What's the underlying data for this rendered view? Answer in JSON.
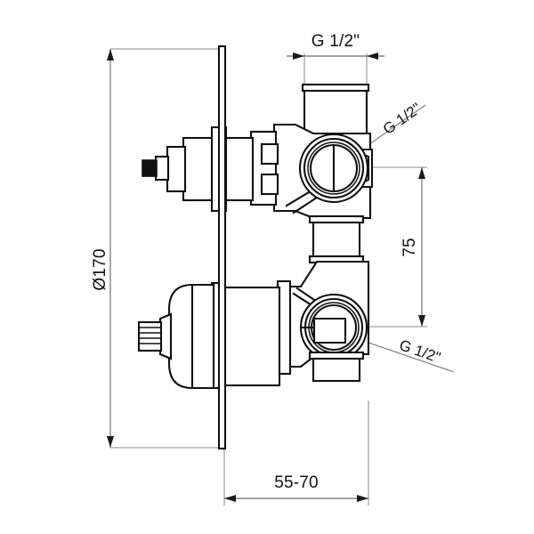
{
  "document": {
    "type": "technical-drawing",
    "subject": "Concealed thermostatic shower valve body",
    "projection": "side-elevation-section",
    "background_color": "#ffffff",
    "line_color": "#111111",
    "dimension_line_color": "#6b6b6b"
  },
  "dimensions": {
    "top_thread": {
      "label": "G 1/2\"",
      "name": "top-inlet-thread",
      "orientation": "horizontal",
      "position": "top"
    },
    "upper_port_thread": {
      "label": "G 1/2\"",
      "name": "upper-outlet-thread",
      "orientation": "leader",
      "position": "upper-right"
    },
    "lower_port_thread": {
      "label": "G 1/2\"",
      "name": "lower-outlet-thread",
      "orientation": "leader",
      "position": "lower-right"
    },
    "plate_diameter": {
      "label": "Ø170",
      "name": "escutcheon-plate-diameter",
      "orientation": "vertical",
      "position": "left"
    },
    "port_spacing": {
      "label": "75",
      "name": "port-center-spacing",
      "orientation": "vertical",
      "position": "right"
    },
    "depth_range": {
      "label": "55-70",
      "name": "installation-depth-range",
      "orientation": "horizontal",
      "position": "bottom"
    }
  },
  "parts": {
    "wall_plate": "escutcheon-plate",
    "upper_valve": "upper-cartridge-body",
    "lower_valve": "lower-cartridge-body",
    "upper_stem": "square-drive-stem",
    "lower_stem": "splined-drive-stem",
    "top_tube": "top-inlet-tube",
    "mid_tube": "mid-connector-tube",
    "bottom_tube": "bottom-outlet-tube",
    "upper_port": "upper-threaded-port",
    "lower_port": "lower-threaded-port"
  }
}
